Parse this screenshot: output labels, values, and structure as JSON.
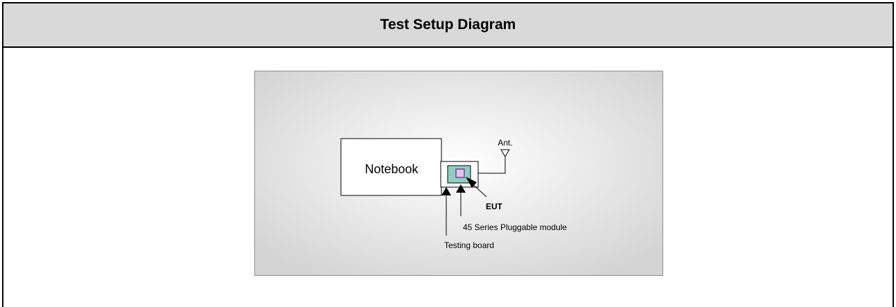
{
  "header": {
    "title": "Test Setup Diagram"
  },
  "diagram": {
    "notebook_label": "Notebook",
    "antenna_label": "Ant.",
    "eut_label": "EUT",
    "module_label": "45 Series Pluggable module",
    "board_label": "Testing board",
    "colors": {
      "background_center": "#ffffff",
      "background_edge": "#d4d4d4",
      "module_fill": "#8ccfc0",
      "eut_fill": "#d8c8e8",
      "eut_border": "#8a3aa0"
    }
  }
}
